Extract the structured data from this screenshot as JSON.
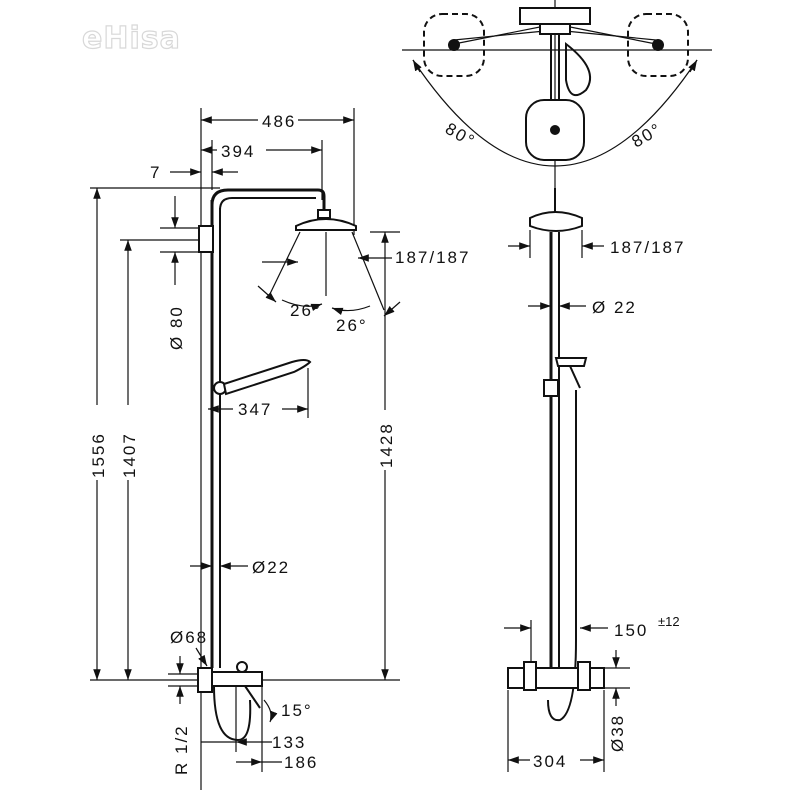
{
  "watermark": "eHisa",
  "front_view": {
    "dim_width_total": "486",
    "dim_width_head": "394",
    "dim_wall_offset": "7",
    "dim_bracket_dia": "Ø 80",
    "dim_spray_width": "187/187",
    "dim_angle_left": "26°",
    "dim_angle_right": "26°",
    "dim_hand_shower": "347",
    "dim_height_total": "1556",
    "dim_height_bracket": "1407",
    "dim_height_head": "1428",
    "dim_pipe_dia": "Ø22",
    "dim_mixer_dia": "Ø68",
    "dim_thread": "R 1/2",
    "dim_spout_angle": "15°",
    "dim_spout_133": "133",
    "dim_spout_186": "186"
  },
  "side_view": {
    "dim_spray_width": "187/187",
    "dim_pipe_dia": "Ø 22",
    "dim_offset": "150",
    "dim_offset_tol": "±12",
    "dim_mixer_dia": "Ø38",
    "dim_mixer_width": "304"
  },
  "top_view": {
    "angle_left": "80°",
    "angle_right": "80°"
  }
}
